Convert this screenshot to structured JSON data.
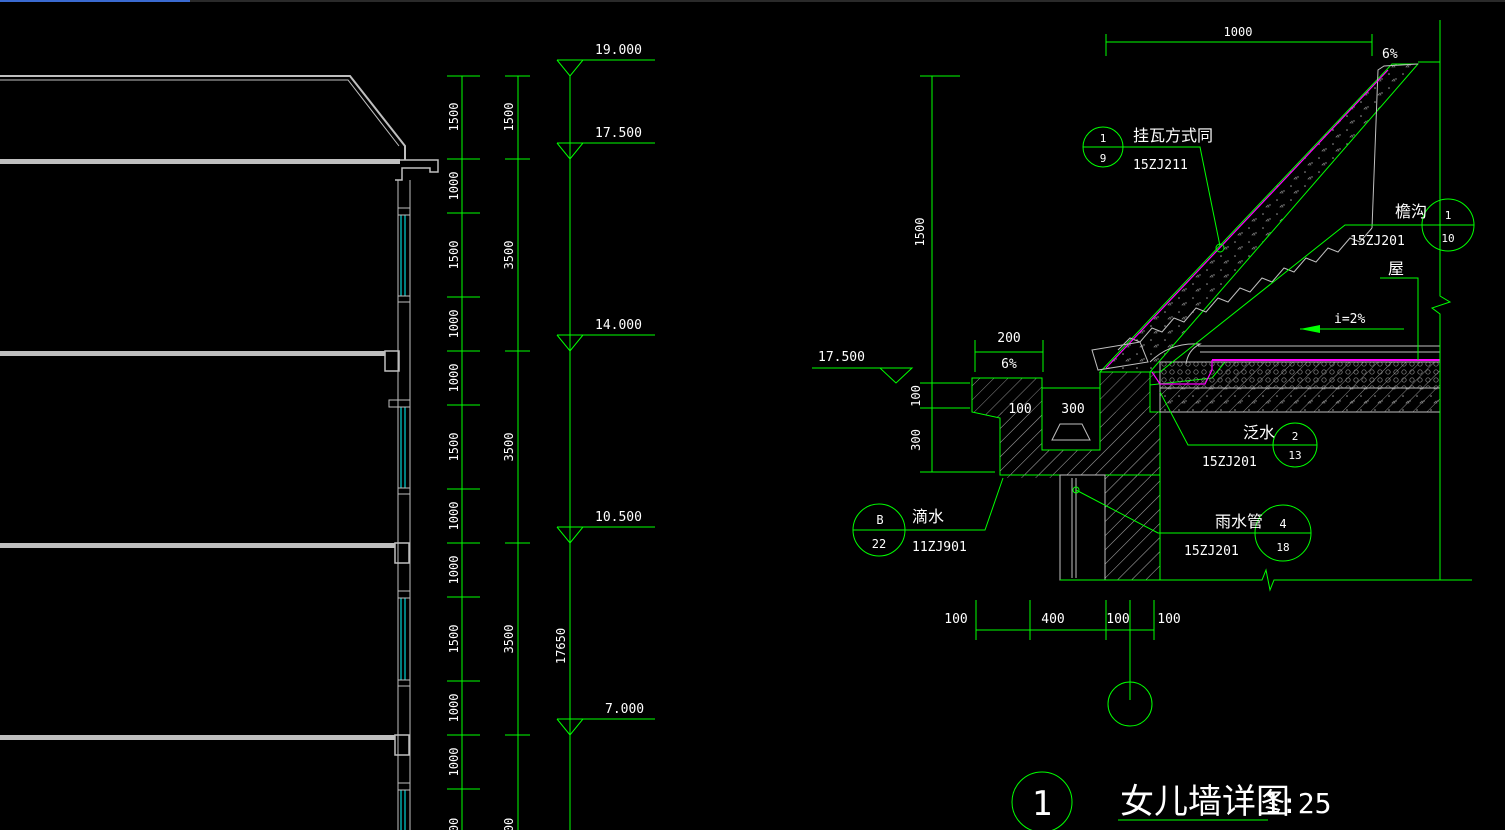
{
  "colors": {
    "background": "#000000",
    "dimension_green": "#00ff00",
    "building_gray": "#bfbfbf",
    "window_cyan": "#00ffff",
    "label_white": "#ffffff",
    "membrane_magenta": "#ff00ff",
    "hatch_gray": "#9a9a9a"
  },
  "elevations": [
    {
      "value": "19.000"
    },
    {
      "value": "17.500"
    },
    {
      "value": "14.000"
    },
    {
      "value": "10.500"
    },
    {
      "value": "7.000"
    }
  ],
  "left_dims": {
    "inner": [
      "1500",
      "1000",
      "1500",
      "1000",
      "1000",
      "1500",
      "1000",
      "1000",
      "1500",
      "1000",
      "1000",
      "00"
    ],
    "middle": [
      "1500",
      "3500",
      "3500",
      "3500",
      "00"
    ],
    "total": "17650"
  },
  "detail": {
    "top_dim": "1000",
    "top_slope": "6%",
    "ref_tile": {
      "num": "1",
      "sheet": "9",
      "label": "挂瓦方式同",
      "code": "15ZJ211"
    },
    "ref_gutter": {
      "label": "檐沟",
      "num": "1",
      "sheet": "10",
      "code": "15ZJ201"
    },
    "roof_label": "屋",
    "roof_slope": "i=2%",
    "gutter_width_top": "200",
    "gutter_slope": "6%",
    "gutter_inner_left": "100",
    "gutter_inner_width": "300",
    "elevation": "17.500",
    "vertical_dims": [
      "1500",
      "100",
      "300"
    ],
    "ref_flashing": {
      "label": "泛水",
      "num": "2",
      "sheet": "13",
      "code": "15ZJ201"
    },
    "ref_drip": {
      "num": "B",
      "sheet": "22",
      "label": "滴水",
      "code": "11ZJ901"
    },
    "ref_downpipe": {
      "label": "雨水管",
      "num": "4",
      "sheet": "18",
      "code": "15ZJ201"
    },
    "bottom_dims": [
      "100",
      "400",
      "100",
      "100"
    ],
    "title": {
      "num": "1",
      "text": "女儿墙详图",
      "scale": "1:25"
    }
  }
}
